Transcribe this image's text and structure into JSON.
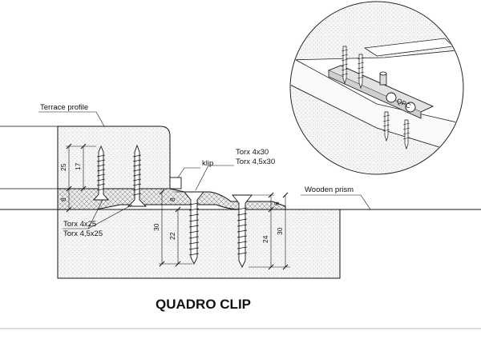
{
  "labels": {
    "terrace_profile": "Terrace profile",
    "klip": "klip",
    "wooden_prism": "Wooden prism",
    "screw_top_1": "Torx 4x30",
    "screw_top_2": "Torx 4,5x30",
    "screw_bottom_1": "Torx 4x25",
    "screw_bottom_2": "Torx 4,5x25"
  },
  "dimensions": {
    "d25": "25",
    "d17": "17",
    "d8_left": "8",
    "d8_clip": "8",
    "d30_left": "30",
    "d22": "22",
    "d6": "6",
    "d24": "24",
    "d30_right": "30"
  },
  "title": "QUADRO CLIP",
  "inset_clip_mark": "QPC"
}
